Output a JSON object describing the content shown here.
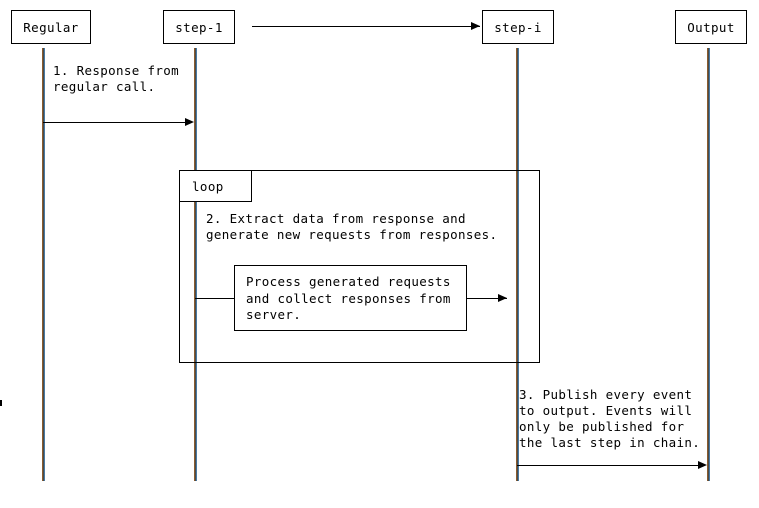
{
  "diagram": {
    "type": "uml-sequence-diagram",
    "title": "",
    "background_color": "#ffffff",
    "line_color": "#000000",
    "lifeline_color": "#4a4a4a",
    "participants": [
      {
        "id": "regular",
        "label": "Regular"
      },
      {
        "id": "step-1",
        "label": "step-1"
      },
      {
        "id": "step-i",
        "label": "step-i"
      },
      {
        "id": "output",
        "label": "Output"
      }
    ],
    "header_connector": {
      "from": "step-1",
      "to": "step-i",
      "label": "",
      "arrow": "solid-filled"
    },
    "messages": [
      {
        "id": "msg-1",
        "from": "regular",
        "to": "step-1",
        "note": "1. Response from\nregular call.",
        "arrow": "solid-filled"
      },
      {
        "id": "msg-2",
        "from": "step-1",
        "to": "step-i",
        "boxed_label": "Process generated requests\nand collect responses from\nserver.",
        "arrow": "solid-filled"
      },
      {
        "id": "msg-3",
        "from": "step-i",
        "to": "output",
        "note": "3. Publish every event\nto output. Events will\nonly be published for\nthe last step in chain.",
        "arrow": "solid-filled"
      }
    ],
    "fragments": [
      {
        "id": "loop-fragment",
        "operator": "loop",
        "note": "2. Extract data from response and\ngenerate new requests from responses."
      }
    ]
  }
}
